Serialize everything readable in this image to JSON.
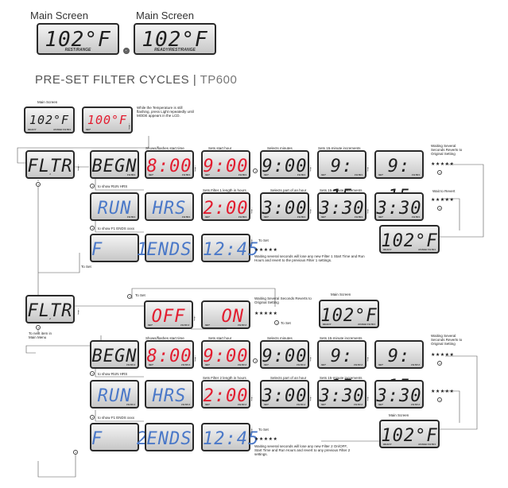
{
  "top_section": {
    "main_label": "Main Screen",
    "screen1": {
      "display": "102°F",
      "sub": "REST/RANGE"
    },
    "screen2": {
      "display": "102°F",
      "sub": "READY/REST/RANGE"
    }
  },
  "section_title": {
    "main": "PRE-SET FILTER CYCLES | ",
    "model": "TP600"
  },
  "diagram": {
    "main_screen_label": "Main Screen",
    "main_display": "102°F",
    "main_sub_left": "READY",
    "main_sub_right": "RANGE FILTR1",
    "red_display": "100°F",
    "set_label": "SET",
    "temp_note": "While the Temperature is still flashing, press Light repeatedly until MODE appears in the LCD.",
    "fltr": "FLTR",
    "fltr_sub_1": "1",
    "fltr_sub_2": "2",
    "begn": "BEGN",
    "run": "RUN",
    "hrs": "HRS",
    "ends": "ENDS",
    "f1": "F   1",
    "f2": "F   2",
    "off": "OFF",
    "on": "ON",
    "t800": "8:00",
    "t900": "9:00",
    "t915": "9: 15",
    "t200": "2:00",
    "t300": "3:00",
    "t330": "3:30",
    "t1245": "12:45",
    "filtr1": "FILTR1",
    "filtr2": "FILTR 2",
    "labels": {
      "shows_start": "Shows/flashes start time",
      "sets_hour": "Sets start hour",
      "selects_minutes": "Selects minutes",
      "sets_15": "Sets 15-minute increments",
      "waiting_revert": "Waiting Several Seconds Reverts to Original Setting",
      "to_show_run": "to show RUN HRS",
      "sets_f1_length": "Sets Filter 1 length in hours",
      "selects_part_hour": "Selects part of an hour",
      "sets_15_b": "Sets 15-minute increments",
      "wait_revert": "Wait to Revert",
      "to_show_f1_ends": "to show F1 ENDS xxxx",
      "to_set": "To Set",
      "to_set_b": "To Set",
      "waiting_lose_f1": "Waiting several seconds will lose any new Filter 1 Start Time and Run Hours and revert to the previous Filter 1 settings.",
      "to_set_c": "To Set",
      "waiting_f2": "Waiting Several Seconds Reverts to Original Setting",
      "to_set_d": "To Set",
      "to_next": "To next item in Main Menu",
      "shows_start_b": "Shows/flashes start time",
      "sets_hour_b": "Sets start hour",
      "selects_minutes_b": "Selects minutes",
      "sets_15_c": "Sets 15-minute increments",
      "waiting_revert_b": "Waiting Several Seconds Reverts to Original Setting",
      "to_show_run_b": "to show RUN HRS",
      "sets_f2_length": "Sets Filter 2 length in hours",
      "selects_part_hour_b": "Selects part of an hour",
      "sets_15_d": "Sets 15-minute increments",
      "to_show_f1_ends_b": "to show F1 ENDS xxxx",
      "to_set_e": "To Set",
      "main_screen_b": "Main Screen",
      "waiting_lose_f2": "Waiting several seconds will lose any new Filter 2 On/OFF, Start Time and Run Hours and revert to any previous Filter 2 settings."
    },
    "stars": "★★★★★"
  }
}
